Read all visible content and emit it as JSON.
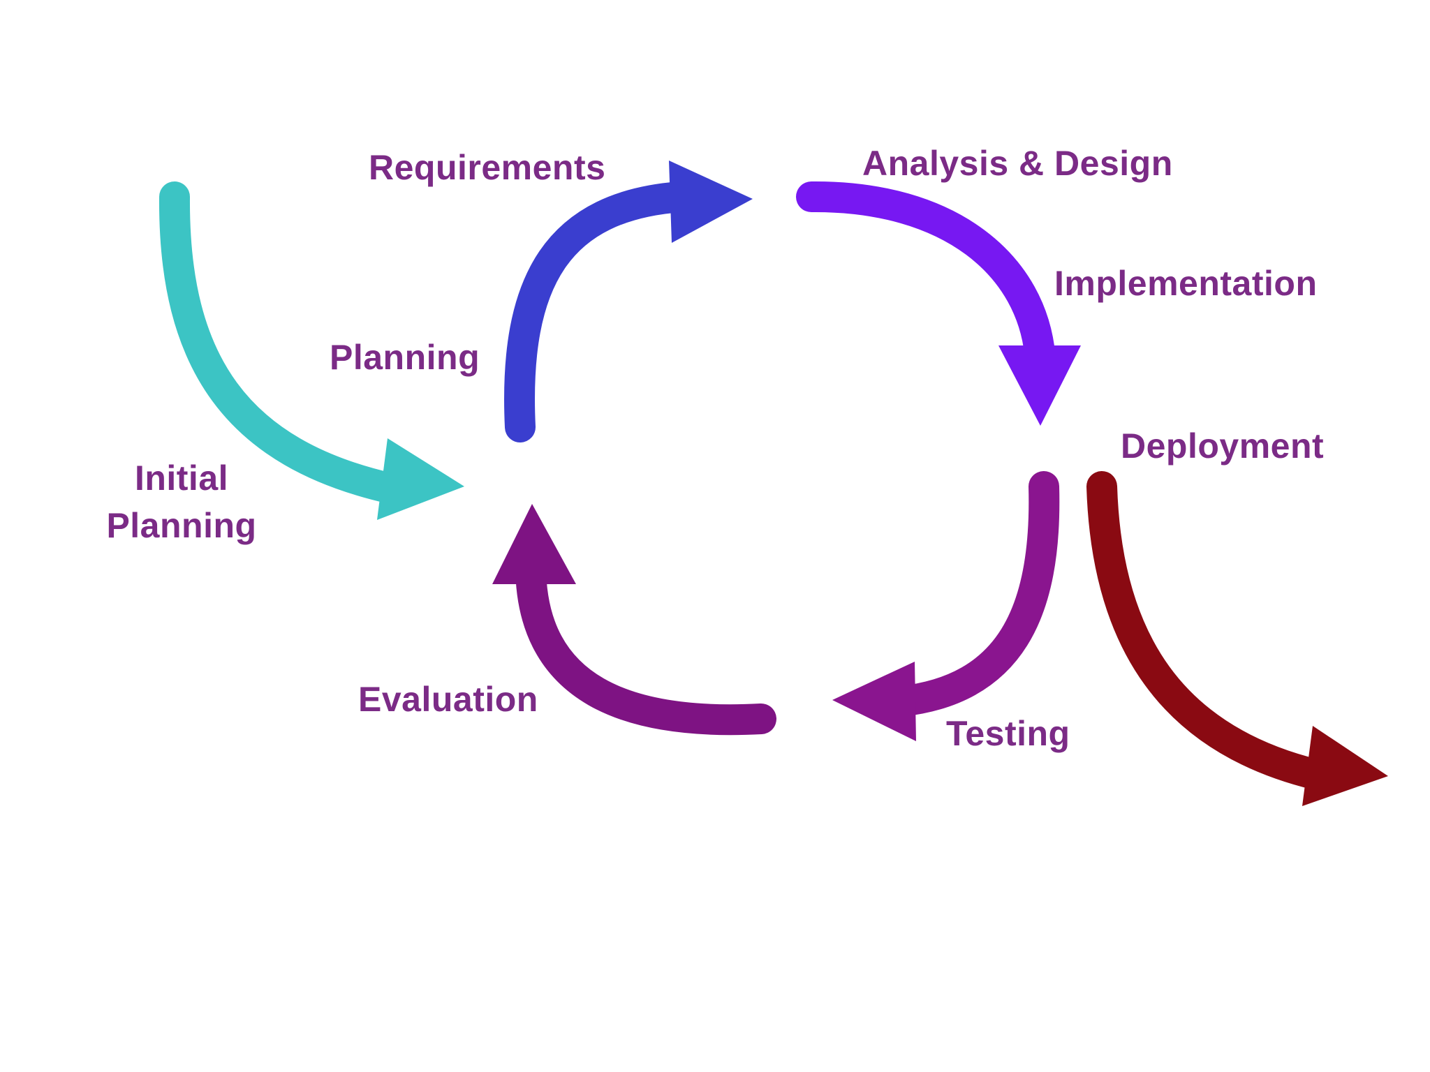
{
  "labels": {
    "requirements": "Requirements",
    "analysis_design": "Analysis & Design",
    "implementation": "Implementation",
    "planning": "Planning",
    "initial_planning_line1": "Initial",
    "initial_planning_line2": "Planning",
    "deployment": "Deployment",
    "evaluation": "Evaluation",
    "testing": "Testing"
  },
  "colors": {
    "label_text": "#7b2b86",
    "initial_planning_arrow": "#3cc4c4",
    "requirements_arrow": "#3a3ecf",
    "analysis_design_arrow": "#7718f2",
    "testing_arrow": "#8a158f",
    "evaluation_arrow": "#7e1383",
    "deployment_arrow": "#8a0a12"
  }
}
